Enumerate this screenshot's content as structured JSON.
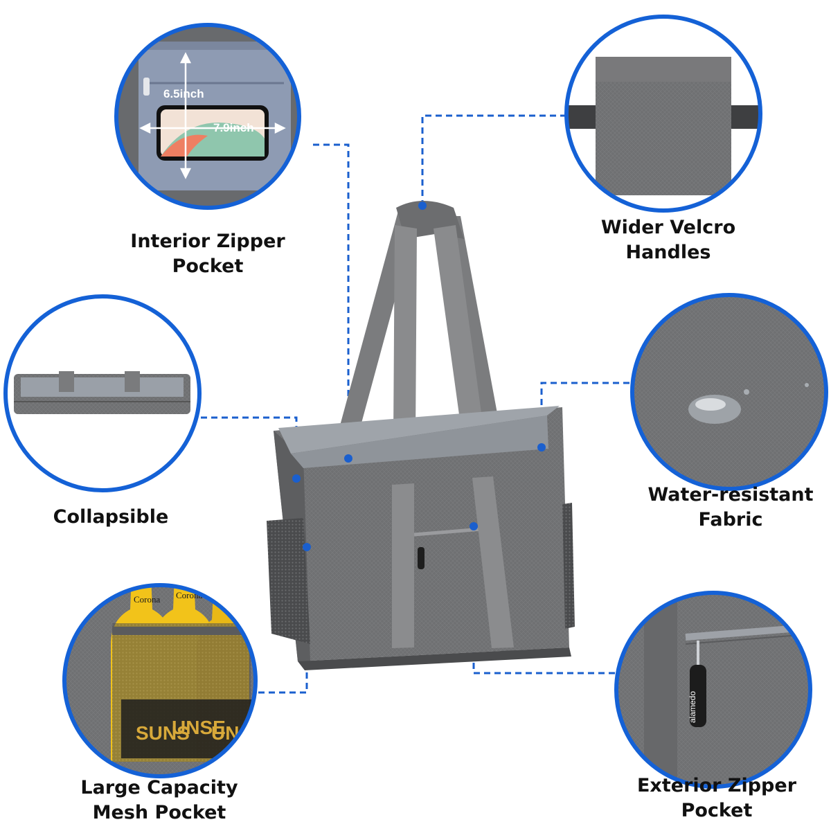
{
  "colors": {
    "ring": "#1461d6",
    "connector": "#1a5fce",
    "bag_fabric": "#6f7072",
    "bag_dark": "#58595b",
    "strap": "#838486",
    "lining": "#9fa4aa",
    "pocket_blue": "#8e9bb3",
    "bottle_yellow": "#f2c31a"
  },
  "callouts": {
    "interior_pocket": {
      "line1": "Interior Zipper",
      "line2": "Pocket",
      "dim_height": "6.5inch",
      "dim_width": "7.9inch"
    },
    "handles": {
      "line1": "Wider Velcro",
      "line2": "Handles"
    },
    "collapsible": {
      "line1": "Collapsible"
    },
    "fabric": {
      "line1": "Water-resistant",
      "line2": "Fabric"
    },
    "mesh_pocket": {
      "line1": "Large Capacity",
      "line2": "Mesh Pocket"
    },
    "exterior_pocket": {
      "line1": "Exterior Zipper",
      "line2": "Pocket",
      "brand_tag": "alamedo"
    }
  },
  "bottle_labels": {
    "brand": "Corona",
    "sun_text_1": "SUNS",
    "sun_text_2": "UNSE",
    "sun_text_3": "UNS"
  },
  "icons": [
    "ruler-arrow-icon",
    "zipper-pull-icon",
    "water-droplet-icon"
  ]
}
